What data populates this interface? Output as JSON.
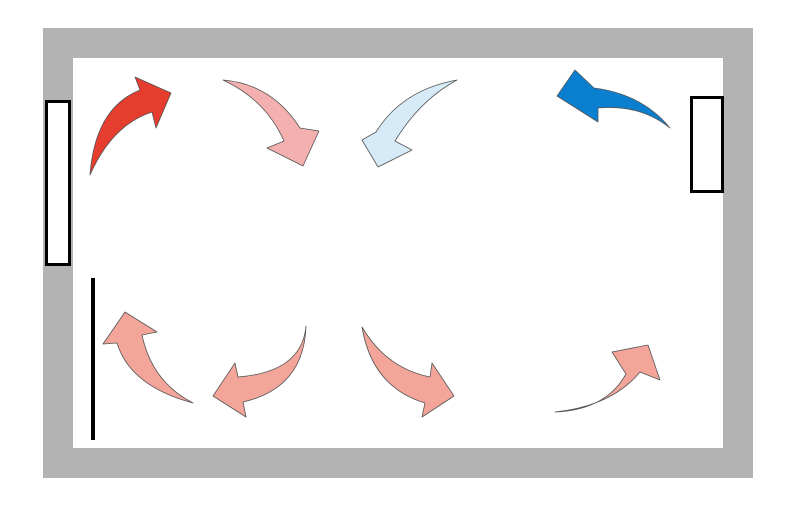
{
  "colors": {
    "wall": "#b3b3b3",
    "room": "#ffffff",
    "hot_air": "#e53d2e",
    "warm_air": "#f4b0ae",
    "mixed_air": "#f4a59a",
    "cool_air": "#d6eaf8",
    "cold_air": "#0a7fd0",
    "outline": "#000000"
  },
  "arrows": [
    {
      "name": "hot-air-rising-arrow",
      "color": "hot_air"
    },
    {
      "name": "warm-air-descending-arrow",
      "color": "warm_air"
    },
    {
      "name": "cool-air-descending-arrow",
      "color": "cool_air"
    },
    {
      "name": "cold-air-inflow-arrow",
      "color": "cold_air"
    },
    {
      "name": "air-rising-along-radiator-arrow",
      "color": "mixed_air"
    },
    {
      "name": "air-flowing-left-arrow",
      "color": "mixed_air"
    },
    {
      "name": "air-flowing-right-arrow",
      "color": "mixed_air"
    },
    {
      "name": "air-rising-right-arrow",
      "color": "mixed_air"
    }
  ]
}
